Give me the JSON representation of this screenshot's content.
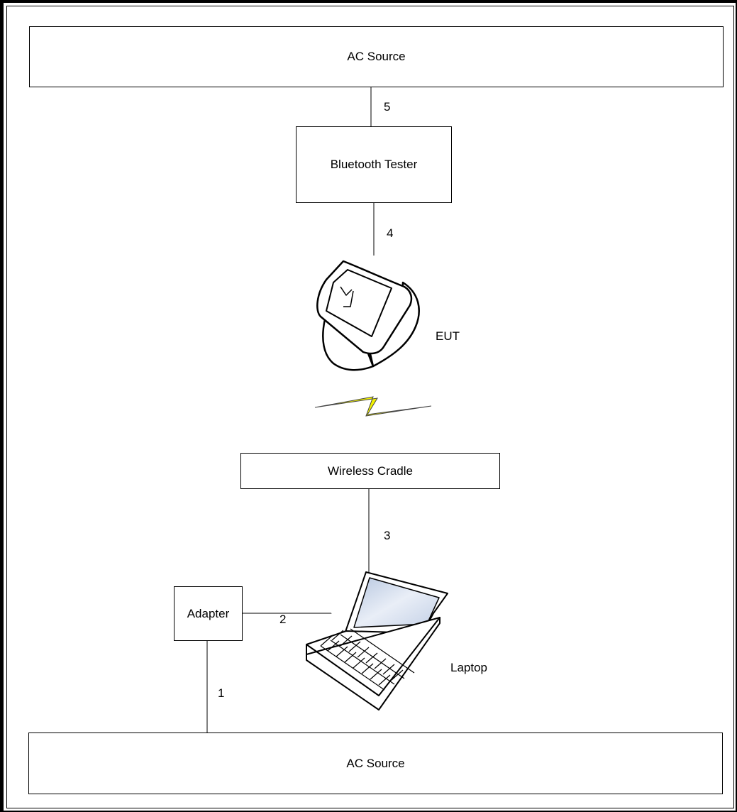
{
  "blocks": {
    "ac_source_top": "AC Source",
    "bluetooth_tester": "Bluetooth Tester",
    "wireless_cradle": "Wireless Cradle",
    "adapter": "Adapter",
    "ac_source_bottom": "AC Source"
  },
  "devices": {
    "eut_label": "EUT",
    "laptop_label": "Laptop"
  },
  "connections": {
    "c1": "1",
    "c2": "2",
    "c3": "3",
    "c4": "4",
    "c5": "5"
  },
  "colors": {
    "lightning_fill": "#f2f200",
    "laptop_screen": "#d8e2f0"
  }
}
